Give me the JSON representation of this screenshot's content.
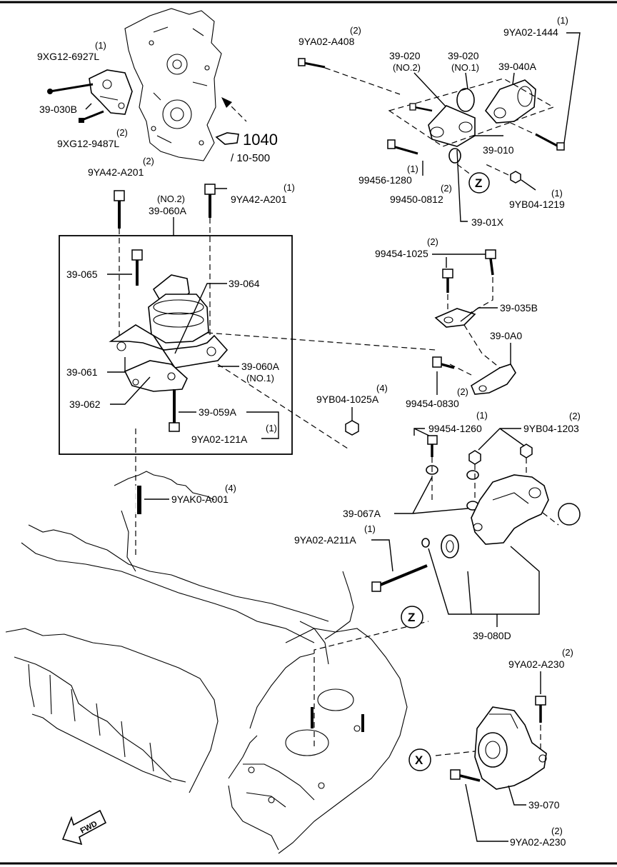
{
  "diagram": {
    "ref_number": "1040",
    "ref_page": "/ 10-500",
    "fwd_label": "FWD",
    "circle_z": "Z",
    "circle_x": "X",
    "labels": {
      "p_9xg12_6927l": "9XG12-6927L",
      "q_9xg12_6927l": "(1)",
      "p_39_030b": "39-030B",
      "p_9xg12_9487l": "9XG12-9487L",
      "q_9xg12_9487l": "(2)",
      "p_9ya02_a408": "9YA02-A408",
      "q_9ya02_a408": "(2)",
      "p_9ya02_1444": "9YA02-1444",
      "q_9ya02_1444": "(1)",
      "p_39_020_no2": "39-020",
      "s_39_020_no2": "(NO.2)",
      "p_39_020_no1": "39-020",
      "s_39_020_no1": "(NO.1)",
      "p_39_040a": "39-040A",
      "p_39_010": "39-010",
      "p_99456_1280": "99456-1280",
      "q_99456_1280": "(1)",
      "p_99450_0812": "99450-0812",
      "q_99450_0812": "(2)",
      "p_9yb04_1219": "9YB04-1219",
      "q_9yb04_1219": "(1)",
      "p_39_01x": "39-01X",
      "p_9ya42_a201_l": "9YA42-A201",
      "q_9ya42_a201_l": "(2)",
      "s_39_060a_no2": "(NO.2)",
      "p_39_060a_top": "39-060A",
      "p_9ya42_a201_r": "9YA42-A201",
      "q_9ya42_a201_r": "(1)",
      "p_39_065": "39-065",
      "p_39_064": "39-064",
      "p_39_061": "39-061",
      "p_39_060a_no1": "39-060A",
      "s_39_060a_no1": "(NO.1)",
      "p_39_062": "39-062",
      "p_39_059a": "39-059A",
      "p_9ya02_121a": "9YA02-121A",
      "q_9ya02_121a": "(1)",
      "p_99454_1025": "99454-1025",
      "q_99454_1025": "(2)",
      "p_39_035b": "39-035B",
      "p_39_0a0": "39-0A0",
      "p_99454_0830": "99454-0830",
      "q_99454_0830": "(2)",
      "p_9yb04_1025a": "9YB04-1025A",
      "q_9yb04_1025a": "(4)",
      "p_99454_1260": "99454-1260",
      "q_99454_1260": "(1)",
      "p_9yb04_1203": "9YB04-1203",
      "q_9yb04_1203": "(2)",
      "p_9yak0_a001": "9YAK0-A001",
      "q_9yak0_a001": "(4)",
      "p_39_067a": "39-067A",
      "p_9ya02_a211a": "9YA02-A211A",
      "q_9ya02_a211a": "(1)",
      "p_39_080d": "39-080D",
      "p_9ya02_a230_top": "9YA02-A230",
      "q_9ya02_a230_top": "(2)",
      "p_39_070": "39-070",
      "p_9ya02_a230_bot": "9YA02-A230",
      "q_9ya02_a230_bot": "(2)"
    }
  }
}
